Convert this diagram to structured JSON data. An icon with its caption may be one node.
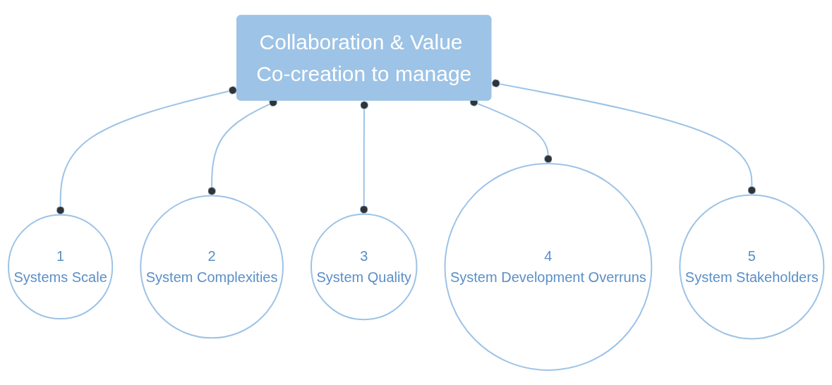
{
  "diagram": {
    "nodes": [
      {
        "text": [
          "Collaboration & Value Co-creation to manage"
        ]
      },
      {
        "text": [
          "1",
          "Systems Scale"
        ]
      },
      {
        "text": [
          "2",
          "System Complexities"
        ]
      },
      {
        "text": [
          "3",
          "System Quality"
        ]
      },
      {
        "text": [
          "4",
          "System Development Overruns"
        ]
      },
      {
        "text": [
          "5",
          "System Stakeholders"
        ]
      }
    ],
    "edges": [
      {
        "from": 0,
        "to": 1,
        "arrow": "other",
        "color": "#9dc3e6"
      },
      {
        "from": 0,
        "to": 2,
        "arrow": "other",
        "color": "#9dc3e6"
      },
      {
        "from": 0,
        "to": 3,
        "arrow": "other",
        "color": "#9dc3e6"
      },
      {
        "from": 0,
        "to": 4,
        "arrow": "other",
        "color": "#9dc3e6"
      },
      {
        "from": 0,
        "to": 5,
        "arrow": "other",
        "color": "#9dc3e6"
      }
    ]
  }
}
